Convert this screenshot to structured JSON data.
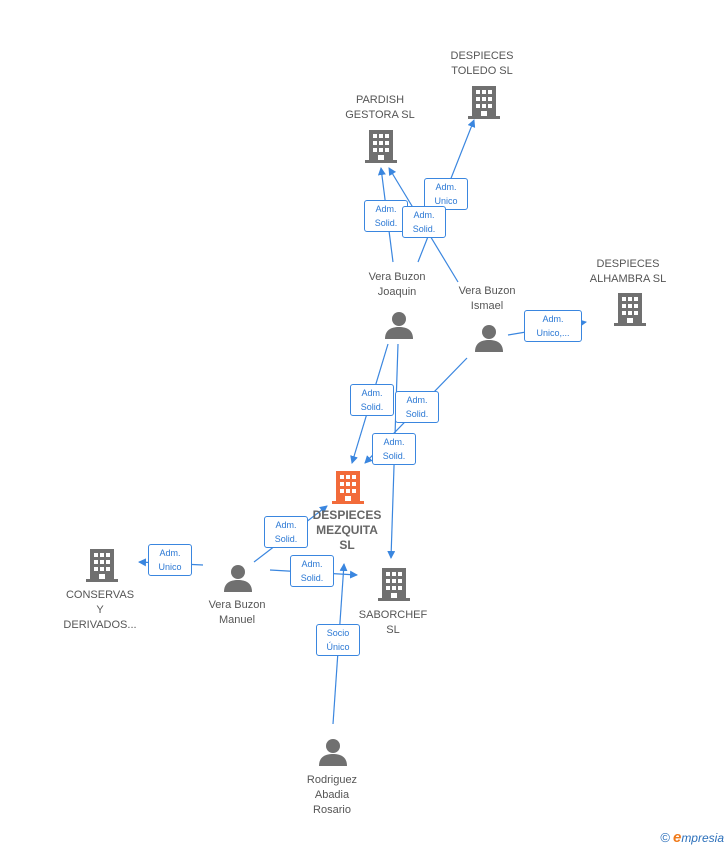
{
  "colors": {
    "edge": "#3a86df",
    "company": "#707070",
    "central": "#f26b3a",
    "person": "#707070"
  },
  "nodes": {
    "despieces_toledo": {
      "label": "DESPIECES\nTOLEDO  SL",
      "icon": "building-icon"
    },
    "pardish": {
      "label": "PARDISH\nGESTORA  SL",
      "icon": "building-icon"
    },
    "despieces_alhambra": {
      "label": "DESPIECES\nALHAMBRA  SL",
      "icon": "building-icon"
    },
    "vera_joaquin": {
      "label": "Vera Buzon\nJoaquin",
      "icon": "person-icon"
    },
    "vera_ismael": {
      "label": "Vera Buzon\nIsmael",
      "icon": "person-icon"
    },
    "despieces_mezquita": {
      "label": "DESPIECES\nMEZQUITA\nSL",
      "icon": "building-icon"
    },
    "conservas": {
      "label": "CONSERVAS\nY\nDERIVADOS...",
      "icon": "building-icon"
    },
    "vera_manuel": {
      "label": "Vera Buzon\nManuel",
      "icon": "person-icon"
    },
    "saborchef": {
      "label": "SABORCHEF\nSL",
      "icon": "building-icon"
    },
    "rodriguez": {
      "label": "Rodriguez\nAbadia\nRosario",
      "icon": "person-icon"
    }
  },
  "edge_labels": {
    "ismael_toledo": "Adm.\nUnico",
    "joaquin_pardish": "Adm.\nSolid.",
    "ismael_pardish": "Adm.\nSolid.",
    "ismael_alhambra": "Adm.\nUnico,...",
    "joaquin_mezquita": "Adm.\nSolid.",
    "ismael_mezquita": "Adm.\nSolid.",
    "joaquin_saborchef": "Adm.\nSolid.",
    "manuel_mezquita": "Adm.\nSolid.",
    "manuel_conservas": "Adm.\nUnico",
    "manuel_saborchef": "Adm.\nSolid.",
    "rodriguez_mezquita": "Socio\nÚnico"
  },
  "footer": {
    "copyright": "©",
    "brand_e": "e",
    "brand_rest": "mpresia"
  }
}
